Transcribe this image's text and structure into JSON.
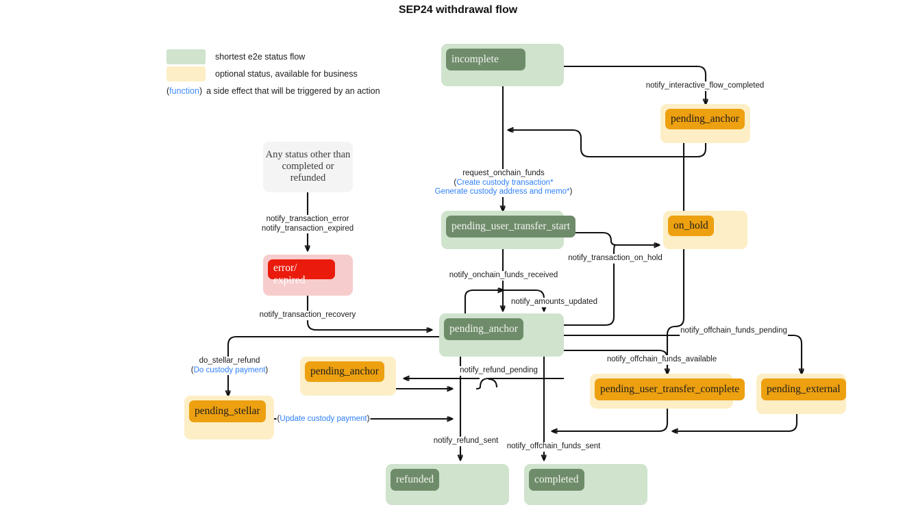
{
  "title": "SEP24 withdrawal flow",
  "legend": {
    "items": [
      {
        "swatch_color": "#cfe3cd",
        "text": "shortest e2e status flow"
      },
      {
        "swatch_color": "#fdeec6",
        "text": "optional status, available for business"
      }
    ],
    "function_note": {
      "open_paren": "(",
      "keyword": "function",
      "close_paren": ")",
      "text": "a side effect that will be triggered by an action"
    }
  },
  "colors": {
    "green_box": "#cfe3cd",
    "green_label": "#6f8c6a",
    "cream_box": "#fdeec6",
    "orange_label": "#eda010",
    "pink_box": "#f7cccc",
    "red_label": "#ea1b0c",
    "grey_box": "#f4f4f4",
    "edge": "#111111",
    "function_blue": "#2d7ff9"
  },
  "nodes": [
    {
      "id": "incomplete",
      "label": "incomplete",
      "type": "green"
    },
    {
      "id": "pending_anchor_top",
      "label": "pending_anchor",
      "type": "cream"
    },
    {
      "id": "any_status",
      "label": "Any status other than completed or refunded",
      "type": "grey"
    },
    {
      "id": "pending_user_transfer_start",
      "label": "pending_user_transfer_start",
      "type": "green"
    },
    {
      "id": "on_hold",
      "label": "on_hold",
      "type": "cream"
    },
    {
      "id": "error_expired",
      "label": "error/",
      "label2": "expired",
      "type": "pink"
    },
    {
      "id": "pending_anchor_main",
      "label": "pending_anchor",
      "type": "green"
    },
    {
      "id": "pending_anchor_refund",
      "label": "pending_anchor",
      "type": "cream"
    },
    {
      "id": "pending_user_transfer_complete",
      "label": "pending_user_transfer_complete",
      "type": "cream"
    },
    {
      "id": "pending_external",
      "label": "pending_external",
      "type": "cream"
    },
    {
      "id": "pending_stellar",
      "label": "pending_stellar",
      "type": "cream"
    },
    {
      "id": "refunded",
      "label": "refunded",
      "type": "green"
    },
    {
      "id": "completed",
      "label": "completed",
      "type": "green"
    }
  ],
  "edge_labels": {
    "notify_interactive_flow_completed": "notify_interactive_flow_completed",
    "request_onchain_funds": "request_onchain_funds",
    "create_custody_transaction": "Create custody transaction*",
    "generate_custody_address": "Generate custody address and memo*",
    "notify_transaction_error": "notify_transaction_error",
    "notify_transaction_expired": "notify_transaction_expired",
    "notify_onchain_funds_received": "notify_onchain_funds_received",
    "notify_amounts_updated": "notify_amounts_updated",
    "notify_transaction_on_hold": "notify_transaction_on_hold",
    "notify_transaction_recovery": "notify_transaction_recovery",
    "notify_offchain_funds_pending": "notify_offchain_funds_pending",
    "notify_offchain_funds_available": "notify_offchain_funds_available",
    "do_stellar_refund": "do_stellar_refund",
    "do_custody_payment": "Do custody payment",
    "update_custody_payment": "Update custody payment",
    "notify_refund_pending": "notify_refund_pending",
    "notify_refund_sent": "notify_refund_sent",
    "notify_offchain_funds_sent": "notify_offchain_funds_sent"
  }
}
